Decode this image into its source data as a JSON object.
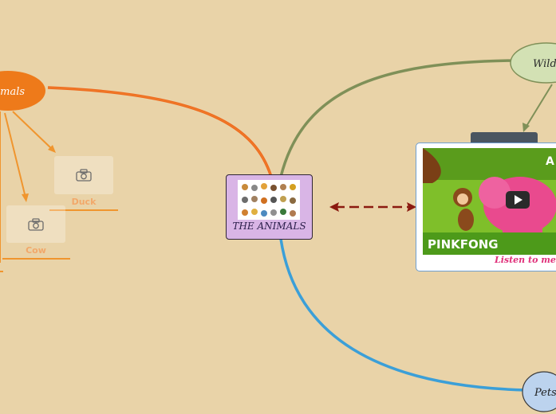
{
  "central": {
    "title": "THE ANIMALS"
  },
  "branches": {
    "left": {
      "label": "imals",
      "color": "#ee7a1a"
    },
    "wild": {
      "label": "Wild",
      "color": "#7f9058"
    },
    "pets": {
      "label": "Pets",
      "color": "#3b9fd8"
    }
  },
  "sub_nodes": [
    {
      "label": "Duck",
      "icon": "camera-icon"
    },
    {
      "label": "Cow",
      "icon": "camera-icon"
    }
  ],
  "video": {
    "brand": "PINKFONG",
    "caption": "Listen to me",
    "corner_text": "A",
    "play_icon": "play-icon"
  },
  "connector": {
    "style": "dashed-bidirectional",
    "color": "#8b1a10"
  }
}
